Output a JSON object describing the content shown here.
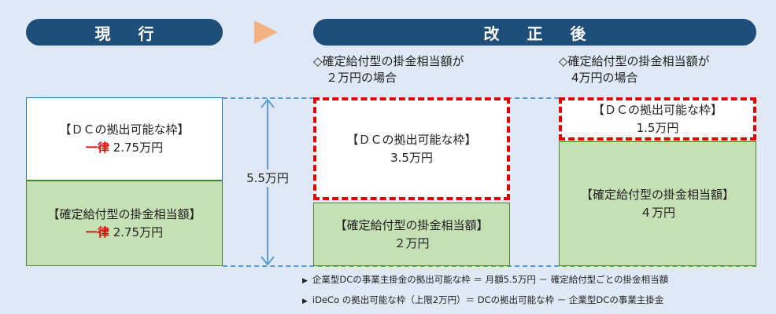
{
  "headers": {
    "current": "現 行",
    "revised": "改 正 後"
  },
  "conditions": {
    "case1": {
      "line1": "◇確定給付型の掛金相当額が",
      "line2": "２万円の場合"
    },
    "case2": {
      "line1": "◇確定給付型の掛金相当額が",
      "line2": "4万円の場合"
    }
  },
  "current": {
    "dc_title": "【ＤＣの拠出可能な枠】",
    "dc_prefix": "一律",
    "dc_amount": " 2.75万円",
    "db_title": "【確定給付型の掛金相当額】",
    "db_prefix": "一律",
    "db_amount": " 2.75万円"
  },
  "total_label": "5.5万円",
  "case1": {
    "dc_title": "【ＤＣの拠出可能な枠】",
    "dc_amount": "3.5万円",
    "db_title": "【確定給付型の掛金相当額】",
    "db_amount": "２万円"
  },
  "case2": {
    "dc_title": "【ＤＣの拠出可能な枠】",
    "dc_amount": "1.5万円",
    "db_title": "【確定給付型の掛金相当額】",
    "db_amount": "４万円"
  },
  "notes": [
    "企業型DCの事業主掛金の拠出可能な枠 ＝ 月額5.5万円 － 確定給付型ごとの掛金相当額",
    "iDeCo の拠出可能な枠（上限2万円）＝ DCの拠出可能な枠 － 企業型DCの事業主掛金"
  ],
  "note_marker": "▶",
  "colors": {
    "header": "#1f4e79",
    "arrow": "#f4b183",
    "green": "#c5e0b4",
    "red_dash": "#e00000",
    "blue_dash": "#5b9bd5"
  }
}
